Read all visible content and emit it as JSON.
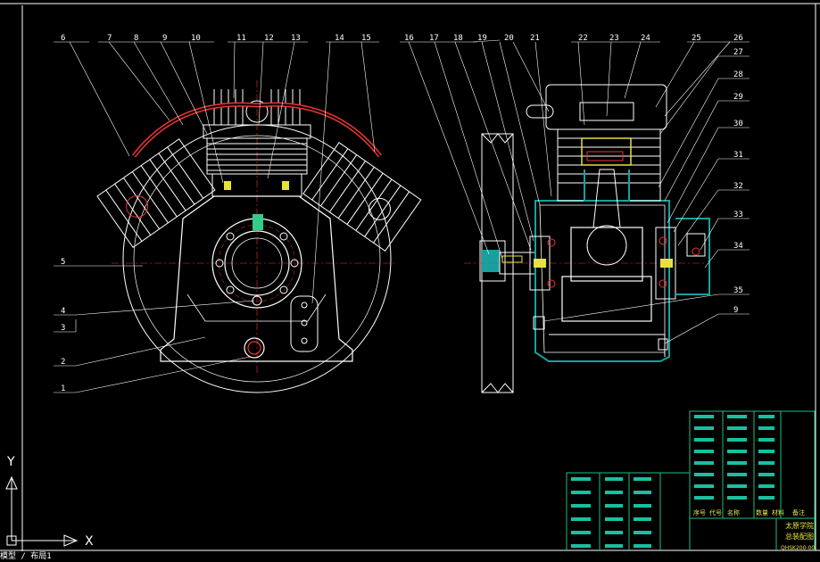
{
  "drawing": {
    "left_view_labels": [
      "6",
      "7",
      "8",
      "9",
      "10",
      "11",
      "12",
      "13",
      "14",
      "15"
    ],
    "left_side_labels": [
      "5",
      "4",
      "3",
      "2",
      "1"
    ],
    "right_view_top_labels": [
      "16",
      "17",
      "18",
      "19",
      "20",
      "21",
      "22",
      "23",
      "24",
      "25",
      "26"
    ],
    "right_view_side_labels": [
      "27",
      "28",
      "29",
      "30",
      "31",
      "32",
      "33",
      "34",
      "35",
      "9"
    ],
    "title_block": {
      "school": "太原学院",
      "drawing_name": "总装配图",
      "drawing_no": "QHSK200-00",
      "header_cells": [
        "序号",
        "代号",
        "名称",
        "数量",
        "材料",
        "备注"
      ]
    }
  },
  "ucs": {
    "x_label": "X",
    "y_label": "Y"
  },
  "command_line": "模型 / 布局1"
}
